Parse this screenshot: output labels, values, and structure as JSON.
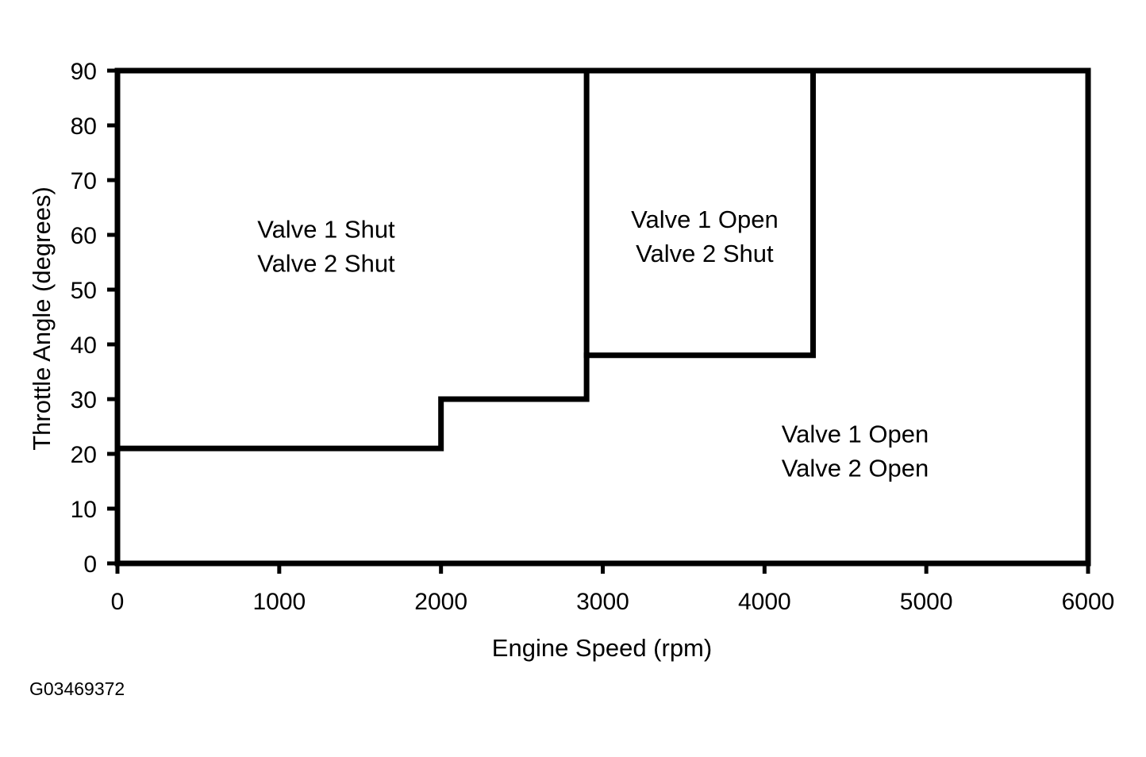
{
  "chart_data": {
    "type": "line",
    "title": "",
    "xlabel": "Engine Speed (rpm)",
    "ylabel": "Throttle Angle (degrees)",
    "xlim": [
      0,
      6000
    ],
    "ylim": [
      0,
      90
    ],
    "x_ticks": [
      0,
      1000,
      2000,
      3000,
      4000,
      5000,
      6000
    ],
    "y_ticks": [
      0,
      10,
      20,
      30,
      40,
      50,
      60,
      70,
      80,
      90
    ],
    "x_tick_labels": [
      "0",
      "1000",
      "2000",
      "3000",
      "4000",
      "5000",
      "6000"
    ],
    "y_tick_labels": [
      "0",
      "10",
      "20",
      "30",
      "40",
      "50",
      "60",
      "70",
      "80",
      "90"
    ],
    "grid": false,
    "legend": "none",
    "series": [
      {
        "x": [
          0,
          2000,
          2000,
          2900,
          2900,
          2900
        ],
        "y": [
          21,
          21,
          30,
          30,
          38,
          90
        ]
      },
      {
        "x": [
          2900,
          4300,
          4300
        ],
        "y": [
          38,
          38,
          90
        ]
      }
    ],
    "annotations": [
      {
        "lines": [
          "Valve 1 Shut",
          "Valve 2 Shut"
        ],
        "x": 1290,
        "y": 59.5
      },
      {
        "lines": [
          "Valve 1 Open",
          "Valve 2 Shut"
        ],
        "x": 3630,
        "y": 61.3
      },
      {
        "lines": [
          "Valve 1 Open",
          "Valve 2 Open"
        ],
        "x": 4560,
        "y": 22.1
      }
    ]
  },
  "figure_id": "G03469372",
  "colors": {
    "background": "#ffffff",
    "ink": "#000000"
  }
}
